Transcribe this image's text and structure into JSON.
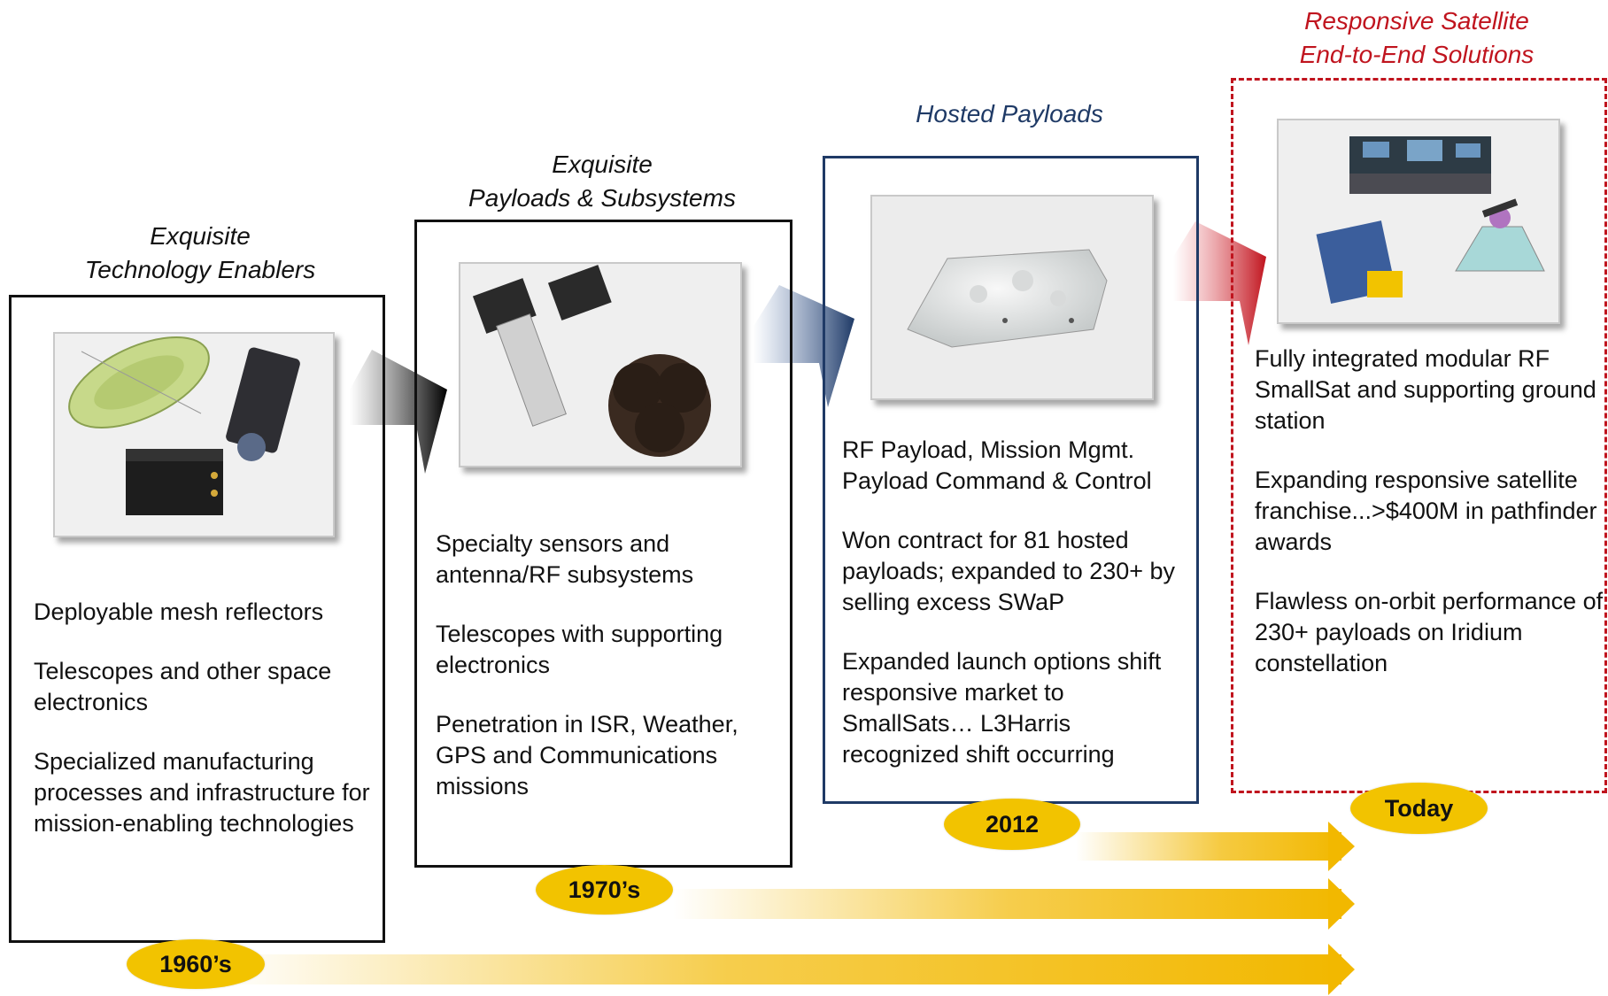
{
  "stages": [
    {
      "title_line1": "Exquisite",
      "title_line2": "Technology Enablers",
      "bullets": [
        "Deployable mesh reflectors",
        "Telescopes and other space electronics",
        "Specialized manufacturing processes and infrastructure for mission-enabling technologies"
      ],
      "era": "1960’s"
    },
    {
      "title_line1": "Exquisite",
      "title_line2": "Payloads & Subsystems",
      "bullets": [
        "Specialty sensors and antenna/RF subsystems",
        "Telescopes with supporting electronics",
        "Penetration in ISR, Weather, GPS and Communications missions"
      ],
      "era": "1970’s"
    },
    {
      "title_line1": "Hosted Payloads",
      "bullets": [
        "RF Payload, Mission Mgmt. Payload Command & Control",
        "Won contract for 81 hosted payloads; expanded to 230+ by selling excess SWaP",
        "Expanded launch options shift responsive market to SmallSats… L3Harris recognized shift occurring"
      ],
      "era": "2012"
    },
    {
      "title_line1": "Responsive Satellite",
      "title_line2": "End-to-End Solutions",
      "bullets": [
        "Fully integrated modular RF SmallSat and supporting ground station",
        "Expanding responsive satellite franchise...>$400M in pathfinder awards",
        "Flawless on-orbit performance of 230+ payloads on Iridium constellation"
      ],
      "era": "Today"
    }
  ],
  "colors": {
    "title_stage3": "#1f3a66",
    "title_stage4": "#c0141e",
    "badge": "#f2c300",
    "timeline_arrow": "#f2b800",
    "box_stage3": "#1f3a66",
    "box_stage4": "#c0141e"
  },
  "icons": {
    "photo_stage1": "mesh-reflector-telescope-electronics-photo",
    "photo_stage2": "satellite-and-antenna-photo",
    "photo_stage3": "hosted-payload-photo",
    "photo_stage4": "ground-station-and-smallsat-photo"
  }
}
